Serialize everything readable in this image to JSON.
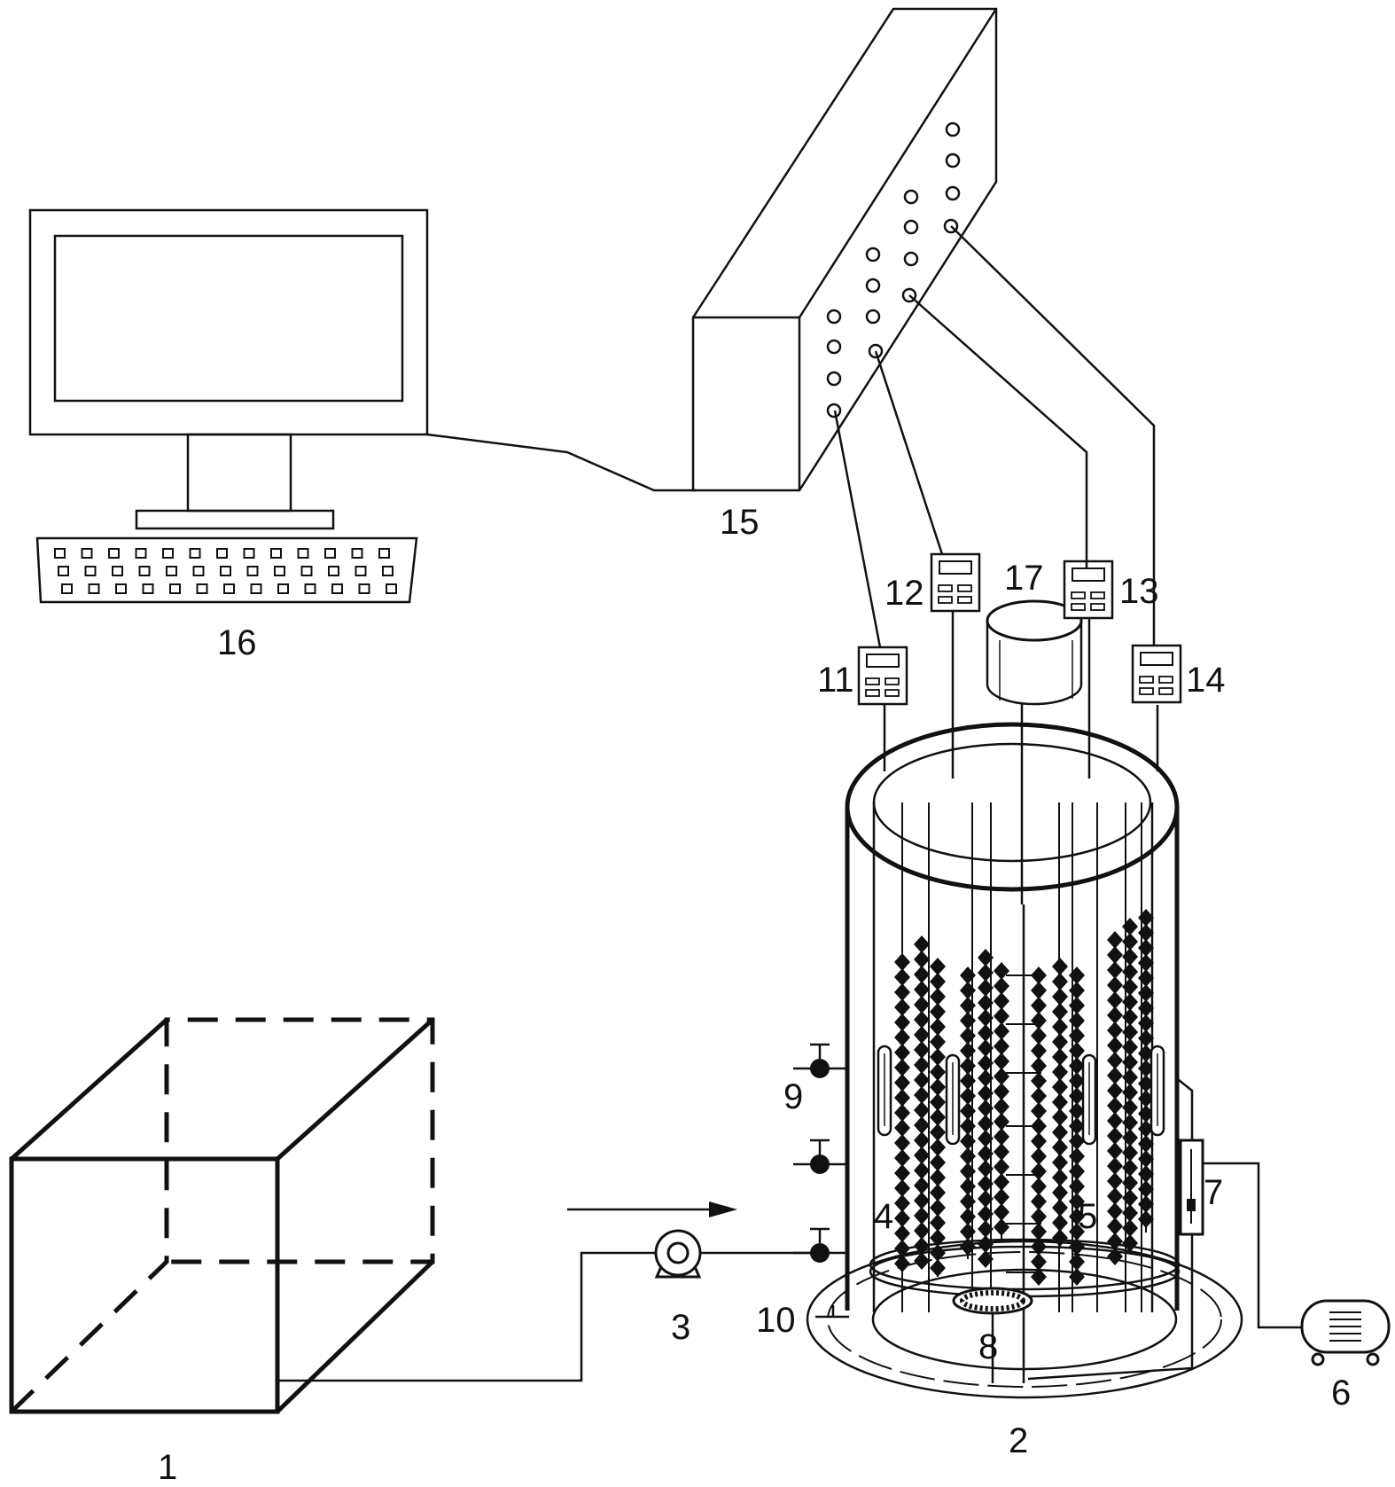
{
  "labels": {
    "tank": "1",
    "reactor": "2",
    "pump": "3",
    "media_left": "4",
    "media_right": "5",
    "air_pump": "6",
    "flowmeter": "7",
    "aerator": "8",
    "sampling_valve": "9",
    "drain_valve": "10",
    "meter_11": "11",
    "meter_12": "12",
    "meter_13": "13",
    "meter_14": "14",
    "data_logger": "15",
    "computer": "16",
    "light_source": "17"
  },
  "components": [
    "water-tank",
    "reactor-column",
    "peristaltic-pump",
    "filler-string-left",
    "filler-string-right",
    "air-pump",
    "gas-flowmeter",
    "aeration-disc",
    "sampling-valve",
    "drain-valve",
    "sensor-meter",
    "sensor-meter",
    "sensor-meter",
    "sensor-meter",
    "data-acquisition-box",
    "computer",
    "light-source"
  ],
  "flow_direction": "right"
}
